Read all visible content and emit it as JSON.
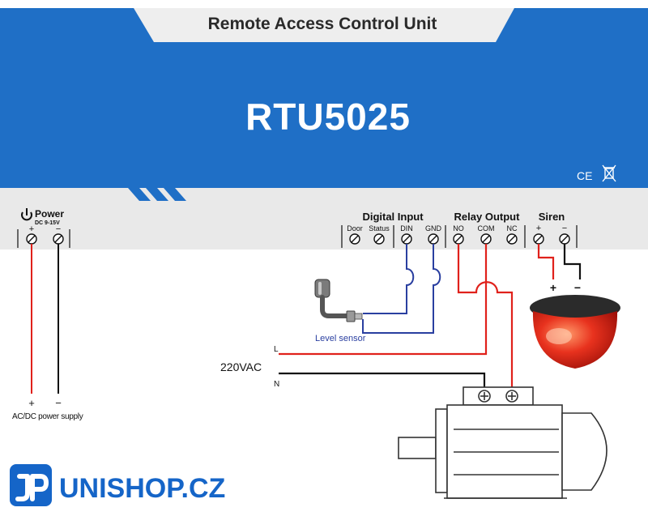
{
  "header": {
    "title": "Remote Access Control Unit",
    "model": "RTU5025",
    "certification": "CE",
    "colors": {
      "panel_blue": "#1f6fc6",
      "strip_gray": "#e9e9e9",
      "wire_red": "#e0211b",
      "wire_blue": "#2a3fa0",
      "wire_black": "#111111"
    }
  },
  "power": {
    "label": "Power",
    "spec": "DC 9-15V",
    "plus": "+",
    "minus": "−",
    "supply_plus": "+",
    "supply_minus": "−",
    "supply_label": "AC/DC power supply"
  },
  "terminals": {
    "digital_input": {
      "title": "Digital Input",
      "labels": [
        "Door",
        "Status",
        "DIN",
        "GND"
      ]
    },
    "relay_output": {
      "title": "Relay Output",
      "labels": [
        "NO",
        "COM",
        "NC"
      ]
    },
    "siren": {
      "title": "Siren",
      "plus": "+",
      "minus": "−"
    }
  },
  "sensor": {
    "label": "Level sensor"
  },
  "mains": {
    "label": "220VAC",
    "line": "L",
    "neutral": "N"
  },
  "siren_device": {
    "plus": "+",
    "minus": "−"
  },
  "brand": {
    "name": "UNISHOP.CZ",
    "logo_color": "#1565c8"
  }
}
